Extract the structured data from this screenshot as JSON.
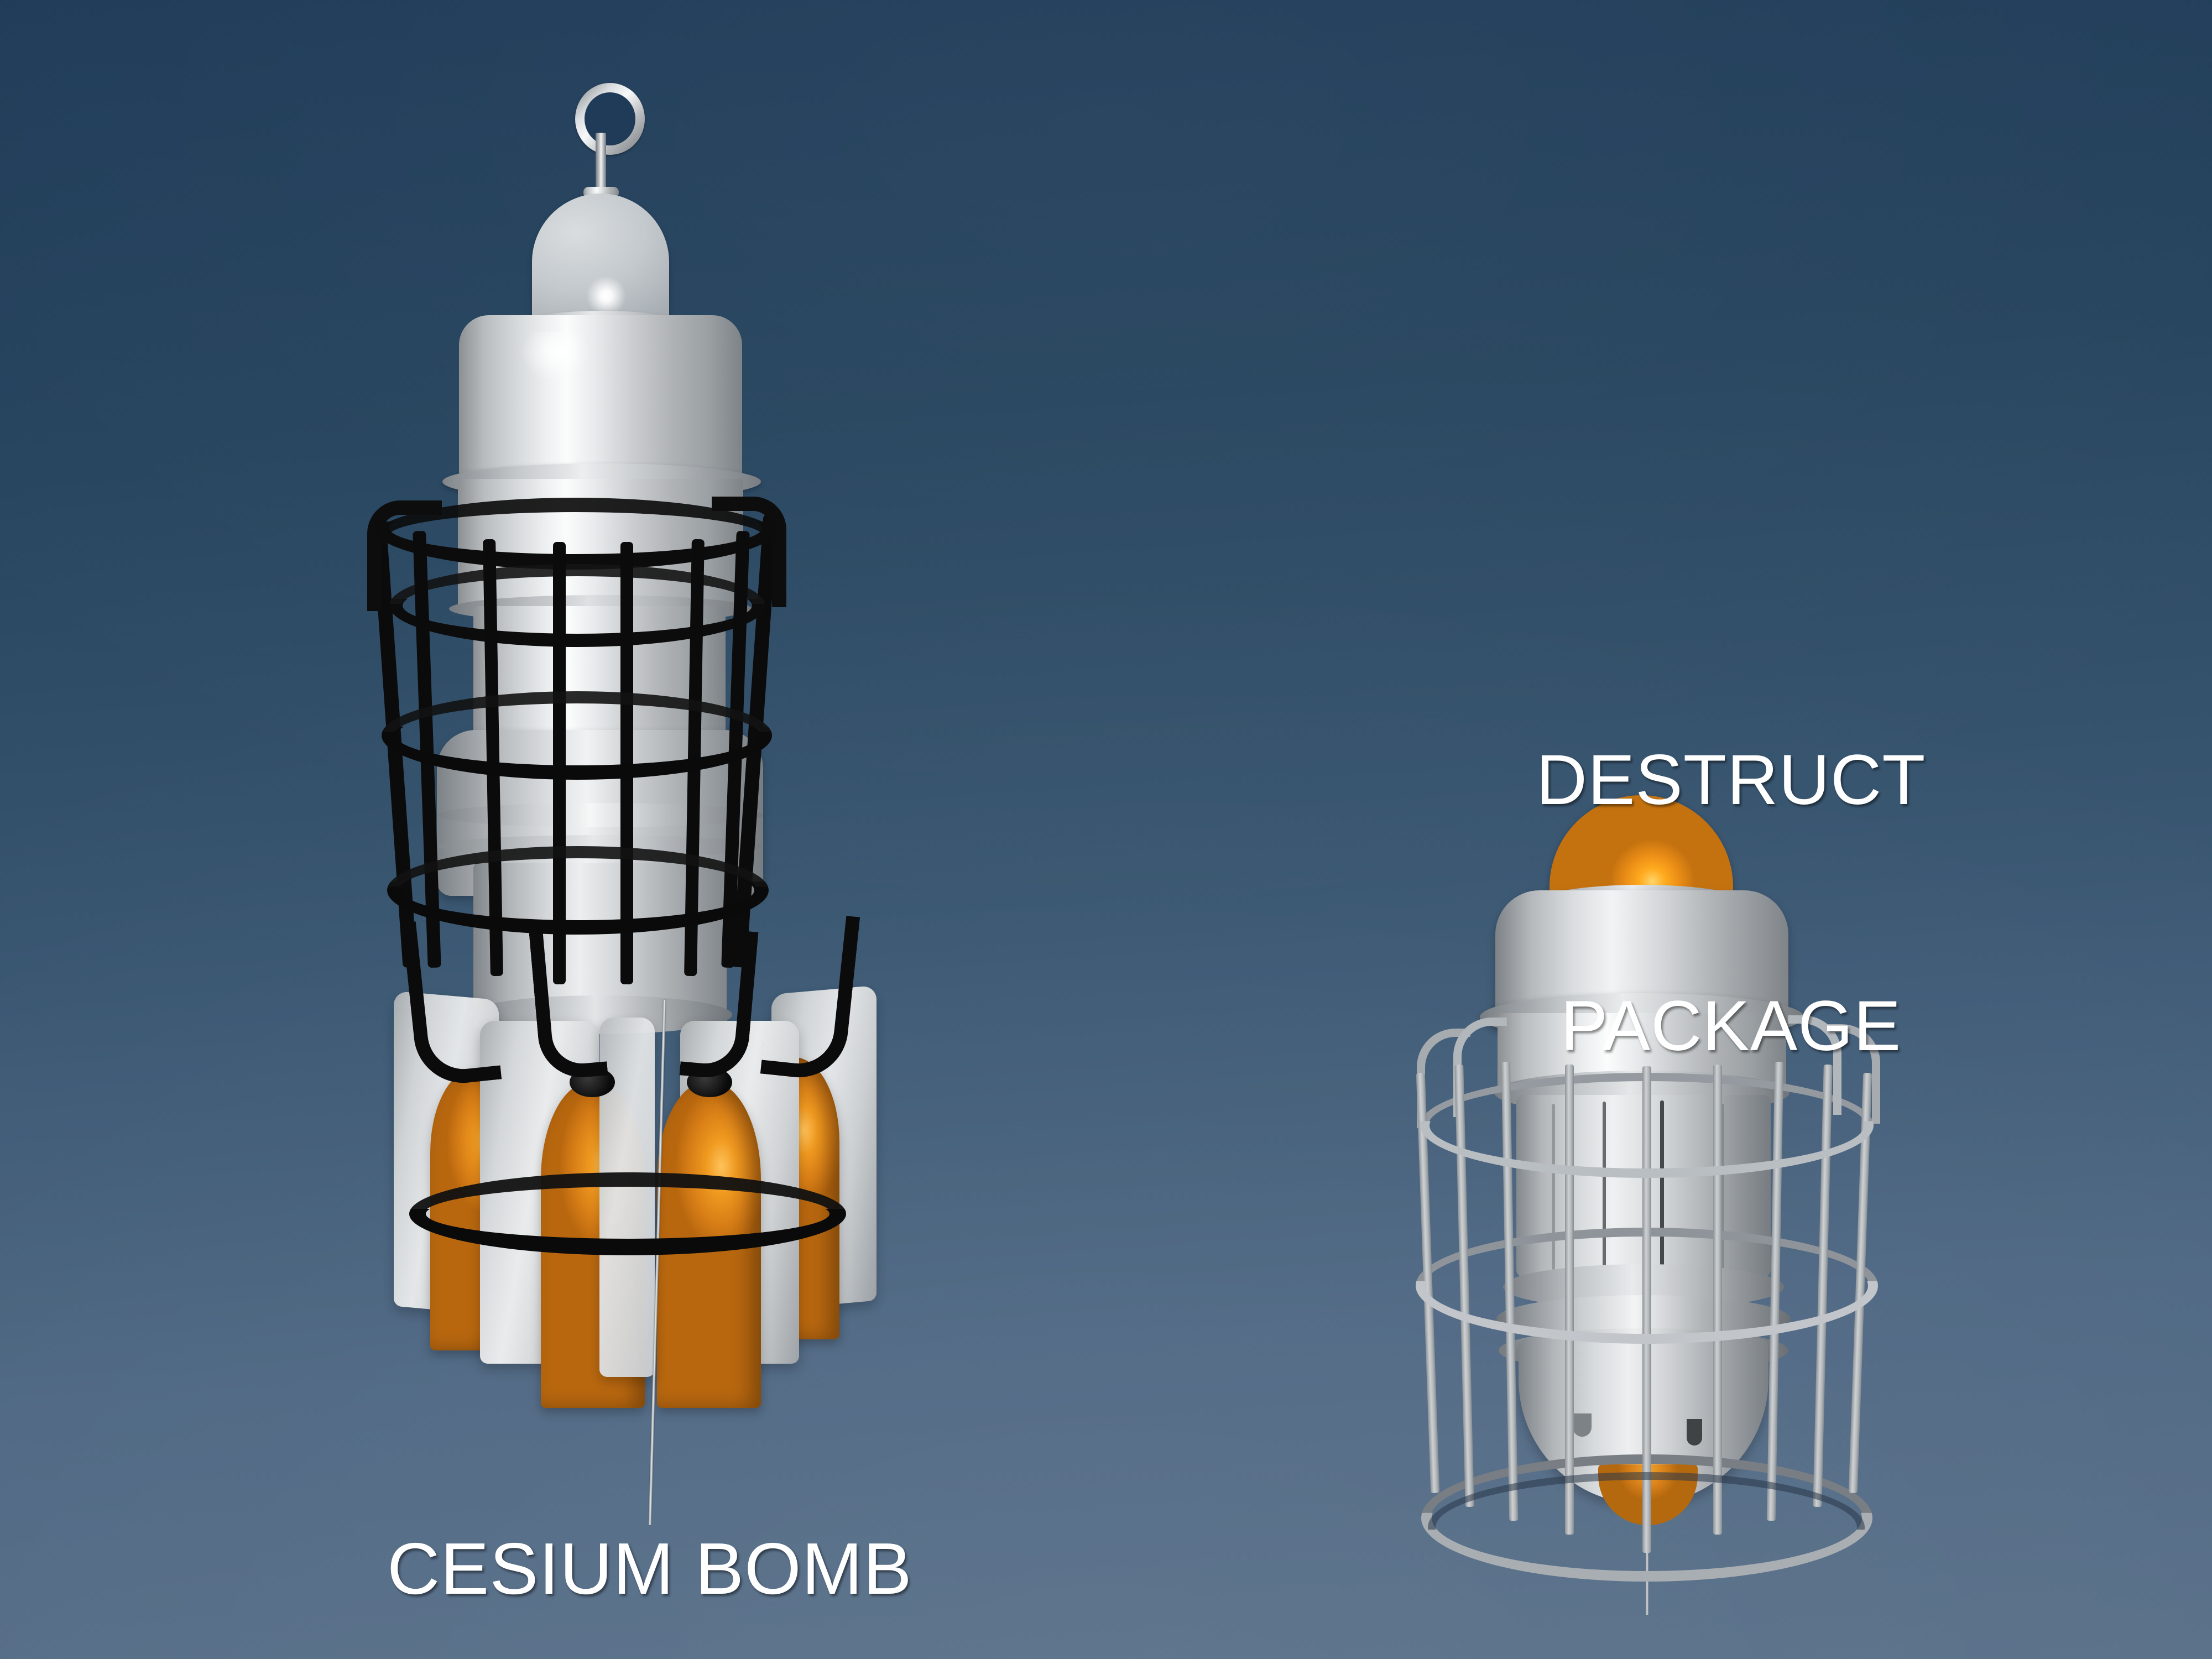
{
  "scene": {
    "title": "Cesium Bomb and Destruct Package",
    "background": {
      "top_color": "#1f3b58",
      "bottom_color": "#586f88",
      "style": "vertical blue gradient"
    }
  },
  "labels": {
    "cesium": "CESIUM BOMB",
    "destruct_line1": "DESTRUCT",
    "destruct_line2": "PACKAGE"
  },
  "colors": {
    "metal_light": "#eef0f1",
    "metal_mid": "#c2c5c8",
    "metal_dark": "#7e8387",
    "orange": "#d97f17",
    "orange_highlight": "#ffc35a",
    "cage_black": "#0b0b0b",
    "cage_grey": "#b3b8bb",
    "label_text": "#ffffff"
  },
  "cesium_bomb": {
    "name": "CESIUM BOMB",
    "parts": [
      {
        "id": "lift-ring",
        "label": "lift ring",
        "material": "metal"
      },
      {
        "id": "ring-stem",
        "label": "ring stem",
        "material": "metal"
      },
      {
        "id": "top-dome",
        "label": "top dome cap",
        "material": "metal"
      },
      {
        "id": "upper-canister",
        "label": "upper canister",
        "material": "metal"
      },
      {
        "id": "upper-flange",
        "label": "upper flange ring",
        "material": "metal"
      },
      {
        "id": "mid-canister",
        "label": "mid canister",
        "material": "metal"
      },
      {
        "id": "mid-flange",
        "label": "mid flange ring",
        "material": "metal"
      },
      {
        "id": "lower-body",
        "label": "lower body",
        "material": "metal"
      },
      {
        "id": "black-cage",
        "label": "black protective cage",
        "material": "black polymer"
      },
      {
        "id": "vane-shrouds",
        "label": "white vane shrouds",
        "material": "metal",
        "count": 4
      },
      {
        "id": "orange-cylinders",
        "label": "orange gas cylinders",
        "material": "orange",
        "count": 6
      },
      {
        "id": "black-strap",
        "label": "black retaining strap",
        "material": "black polymer"
      },
      {
        "id": "antenna-whip",
        "label": "thin antenna whip",
        "material": "metal"
      }
    ]
  },
  "destruct_package": {
    "name": "DESTRUCT PACKAGE",
    "parts": [
      {
        "id": "orange-dome-top",
        "label": "orange dome charge (top)",
        "material": "orange"
      },
      {
        "id": "upper-housing",
        "label": "upper housing cap",
        "material": "metal"
      },
      {
        "id": "collar-ring",
        "label": "collar ring",
        "material": "metal"
      },
      {
        "id": "mid-barrel",
        "label": "mid barrel",
        "material": "metal"
      },
      {
        "id": "ribbed-flange",
        "label": "ribbed flange stack",
        "material": "metal"
      },
      {
        "id": "bottom-dome",
        "label": "bottom dome",
        "material": "metal"
      },
      {
        "id": "orange-dome-bottom",
        "label": "orange dome charge (bottom)",
        "material": "orange"
      },
      {
        "id": "grey-cage",
        "label": "grey protective cage",
        "material": "metal"
      },
      {
        "id": "cage-base-ring",
        "label": "cage base ring",
        "material": "metal"
      }
    ]
  }
}
